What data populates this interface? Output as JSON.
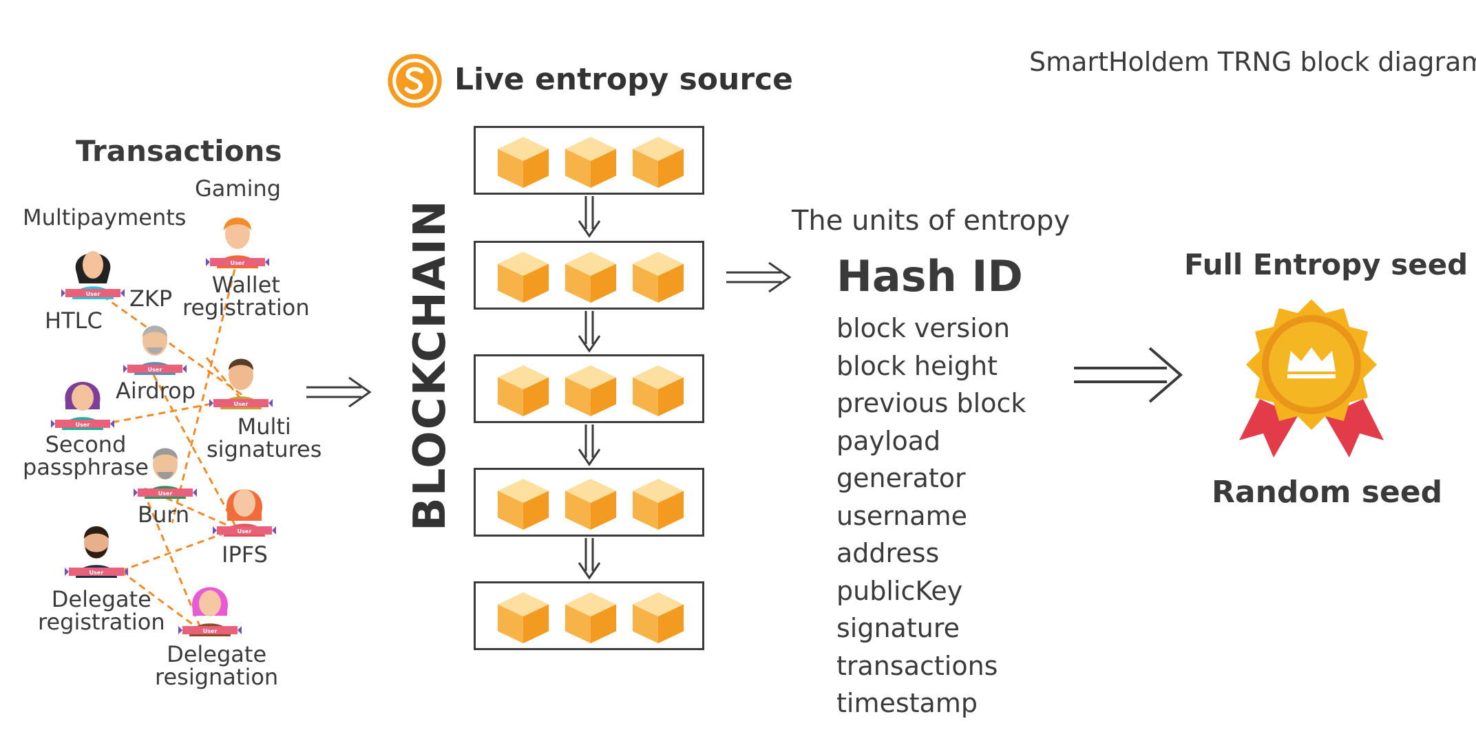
{
  "header": {
    "title": "SmartHoldem TRNG block diagram"
  },
  "entropy_source": {
    "title": "Live entropy source"
  },
  "transactions": {
    "title": "Transactions",
    "labels": {
      "gaming": "Gaming",
      "multipayments": "Multipayments",
      "wallet_registration": "Wallet\nregistration",
      "zkp": "ZKP",
      "htlc": "HTLC",
      "airdrop": "Airdrop",
      "multi_signatures": "Multi\nsignatures",
      "second_passphrase": "Second\npassphrase",
      "burn": "Burn",
      "ipfs": "IPFS",
      "delegate_registration": "Delegate\nregistration",
      "delegate_resignation": "Delegate\nresignation"
    },
    "badge": "User"
  },
  "blockchain": {
    "label": "BLOCKCHAIN"
  },
  "entropy_units": {
    "title": "The units of entropy",
    "hash_title": "Hash ID",
    "fields": [
      "block version",
      "block height",
      "previous block",
      "payload",
      "generator",
      "username",
      "address",
      "publicKey",
      "signature",
      "transactions",
      "timestamp"
    ]
  },
  "seed": {
    "title": "Full Entropy seed",
    "result": "Random seed"
  },
  "colors": {
    "accent": "#f39c1f",
    "cube": "#fbb034",
    "ribbon": "#e23b4a",
    "line": "#f08a24",
    "text": "#3a3a3a"
  }
}
